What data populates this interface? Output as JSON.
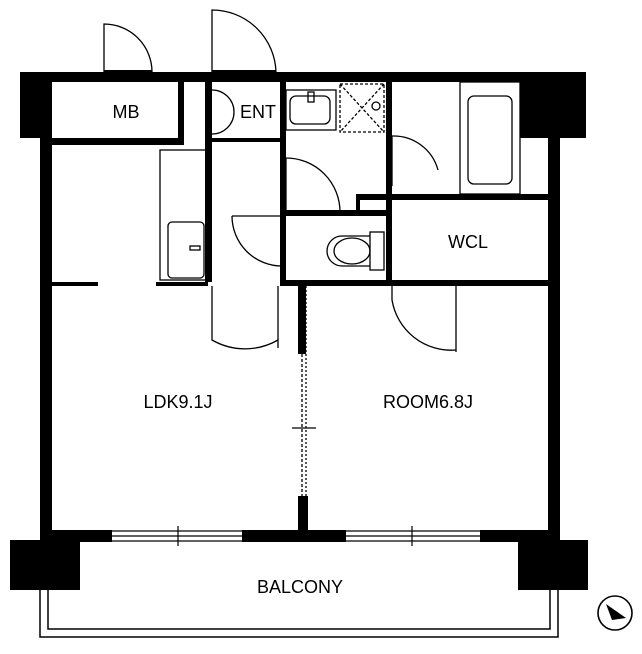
{
  "rooms": {
    "mb": "MB",
    "ent": "ENT",
    "wcl": "WCL",
    "ldk": "LDK9.1J",
    "room": "ROOM6.8J",
    "balcony": "BALCONY"
  },
  "icons": {
    "compass": "north-arrow-icon"
  },
  "colors": {
    "wall": "#000000",
    "line": "#000000",
    "background": "#ffffff"
  }
}
